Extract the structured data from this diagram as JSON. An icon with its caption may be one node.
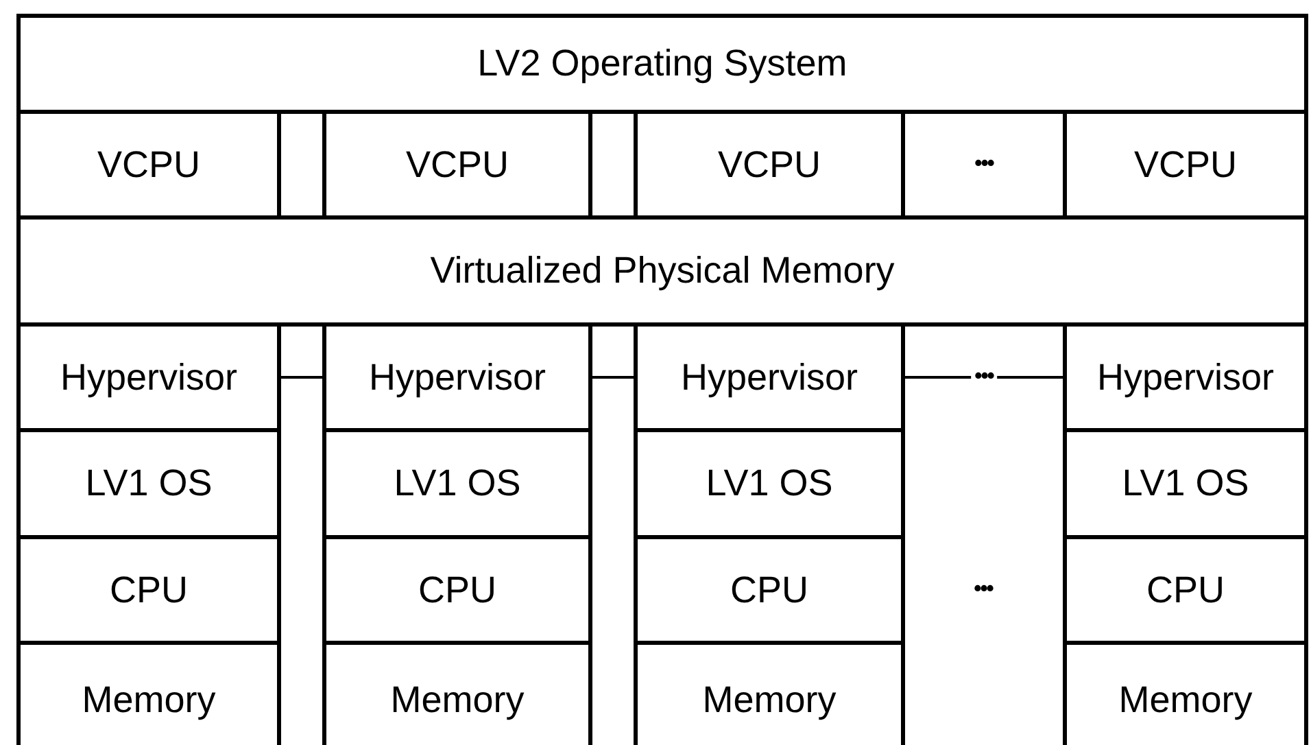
{
  "diagram": {
    "nodes": [
      {
        "text": [
          "LV2 Operating System"
        ]
      },
      {
        "text": [
          "VCPU"
        ]
      },
      {
        "text": [
          "VCPU"
        ]
      },
      {
        "text": [
          "VCPU"
        ]
      },
      {
        "text": [
          "•••"
        ]
      },
      {
        "text": [
          "VCPU"
        ]
      },
      {
        "text": [
          "Virtualized Physical Memory"
        ]
      },
      {
        "text": [
          "Hypervisor"
        ]
      },
      {
        "text": [
          "Hypervisor"
        ]
      },
      {
        "text": [
          "Hypervisor"
        ]
      },
      {
        "text": [
          "Hypervisor"
        ]
      },
      {
        "text": [
          "LV1 OS"
        ]
      },
      {
        "text": [
          "LV1 OS"
        ]
      },
      {
        "text": [
          "LV1 OS"
        ]
      },
      {
        "text": [
          "LV1 OS"
        ]
      },
      {
        "text": [
          "CPU"
        ]
      },
      {
        "text": [
          "CPU"
        ]
      },
      {
        "text": [
          "CPU"
        ]
      },
      {
        "text": [
          "CPU"
        ]
      },
      {
        "text": [
          "Memory"
        ]
      },
      {
        "text": [
          "Memory"
        ]
      },
      {
        "text": [
          "Memory"
        ]
      },
      {
        "text": [
          "Memory"
        ]
      }
    ],
    "edges": [
      {
        "from": 7,
        "to": 8,
        "arrow": "none"
      },
      {
        "from": 8,
        "to": 9,
        "arrow": "none"
      },
      {
        "from": 9,
        "to": 10,
        "label": "•••",
        "arrow": "none"
      }
    ],
    "labels": [
      "•••"
    ]
  }
}
